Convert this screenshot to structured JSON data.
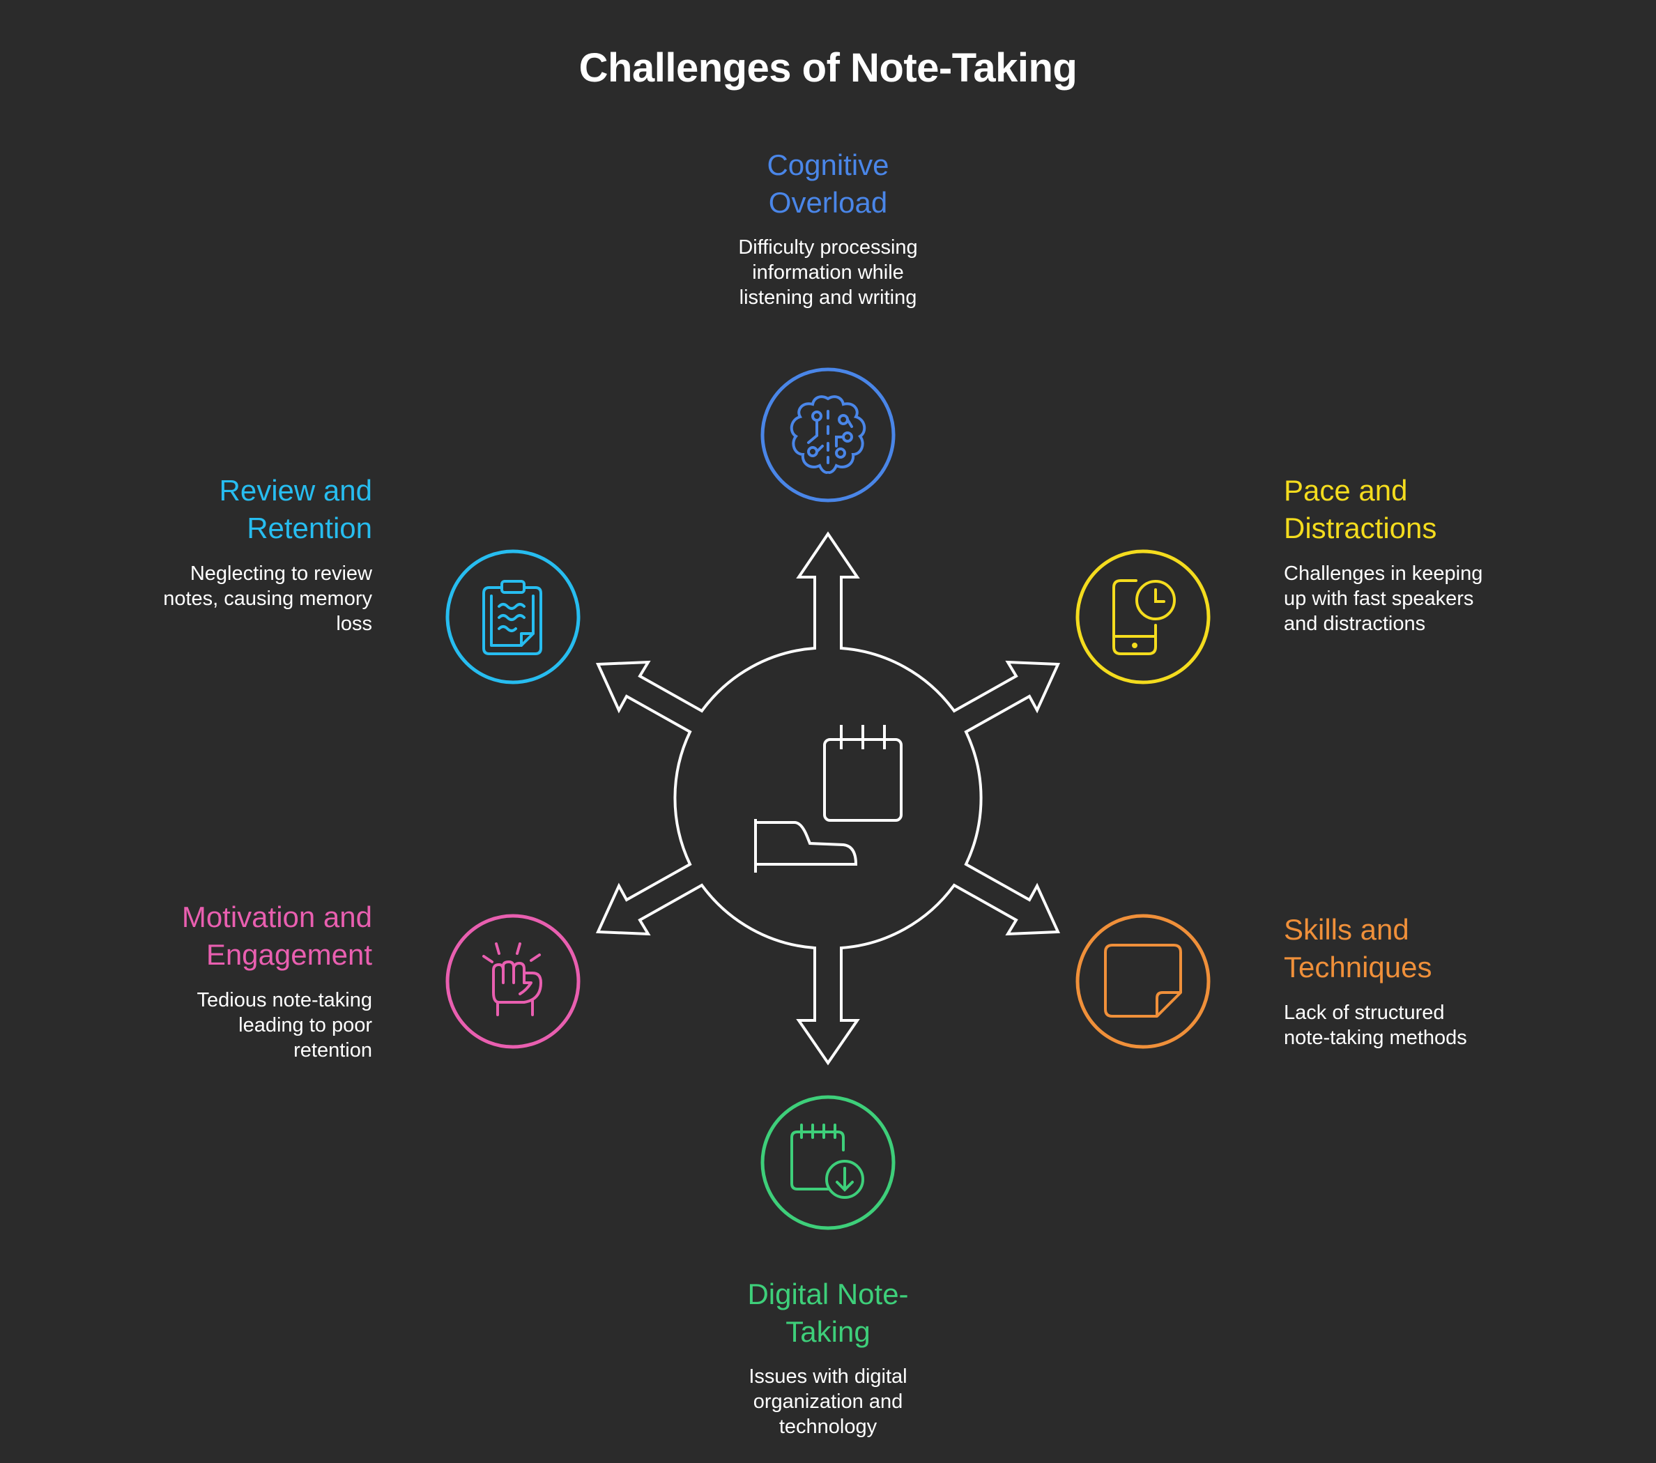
{
  "title": "Challenges of Note-Taking",
  "colors": {
    "background": "#2b2b2b",
    "center_stroke": "#ffffff",
    "cognitive": "#4a86e8",
    "pace": "#f4dc1e",
    "skills": "#f0903a",
    "digital": "#3ecf7a",
    "motivation": "#e95fb0",
    "review": "#27bdf0"
  },
  "center": {
    "icon": "notebook-and-pen-icon"
  },
  "items": [
    {
      "id": "cognitive",
      "label": "Cognitive Overload",
      "description": "Difficulty processing information while listening and writing",
      "icon": "brain-circuit-icon"
    },
    {
      "id": "pace",
      "label": "Pace and Distractions",
      "description": "Challenges in keeping up with fast speakers and distractions",
      "icon": "phone-clock-icon"
    },
    {
      "id": "skills",
      "label": "Skills and Techniques",
      "description": "Lack of structured note-taking methods",
      "icon": "sticky-note-icon"
    },
    {
      "id": "digital",
      "label": "Digital Note-Taking",
      "description": "Issues with digital organization and technology",
      "icon": "calendar-download-icon"
    },
    {
      "id": "motivation",
      "label": "Motivation and Engagement",
      "description": "Tedious note-taking leading to poor retention",
      "icon": "raised-fist-icon"
    },
    {
      "id": "review",
      "label": "Review and Retention",
      "description": "Neglecting to review notes, causing memory loss",
      "icon": "clipboard-notes-icon"
    }
  ]
}
